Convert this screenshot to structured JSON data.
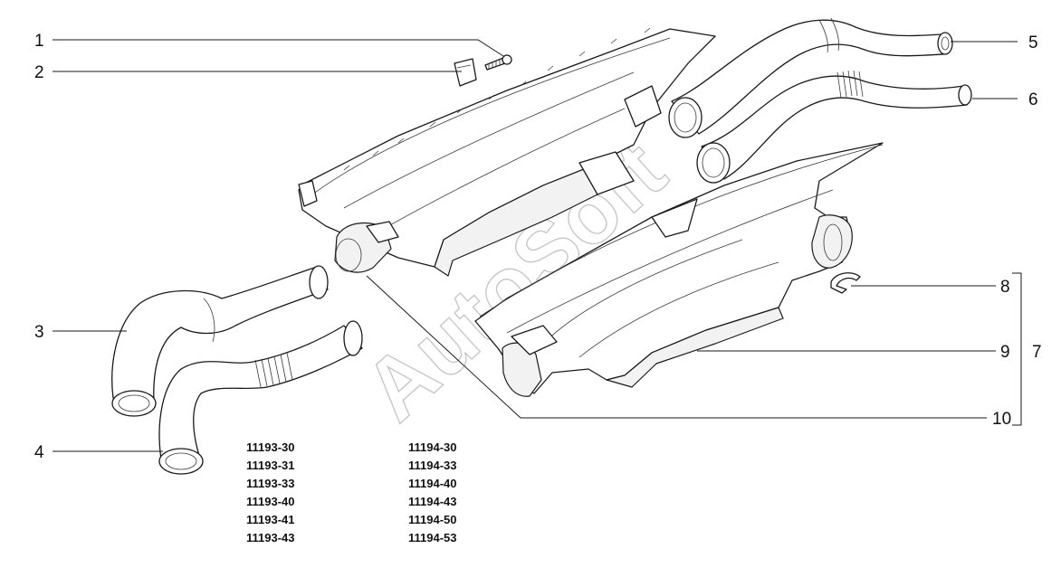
{
  "watermark": "AutoSoft",
  "callouts": {
    "c1": "1",
    "c2": "2",
    "c3": "3",
    "c4": "4",
    "c5": "5",
    "c6": "6",
    "c7": "7",
    "c8": "8",
    "c9": "9",
    "c10": "10"
  },
  "codes_left": [
    "11193-30",
    "11193-31",
    "11193-33",
    "11193-40",
    "11193-41",
    "11193-43"
  ],
  "codes_right": [
    "11194-30",
    "11194-33",
    "11194-40",
    "11194-43",
    "11194-50",
    "11194-53"
  ]
}
